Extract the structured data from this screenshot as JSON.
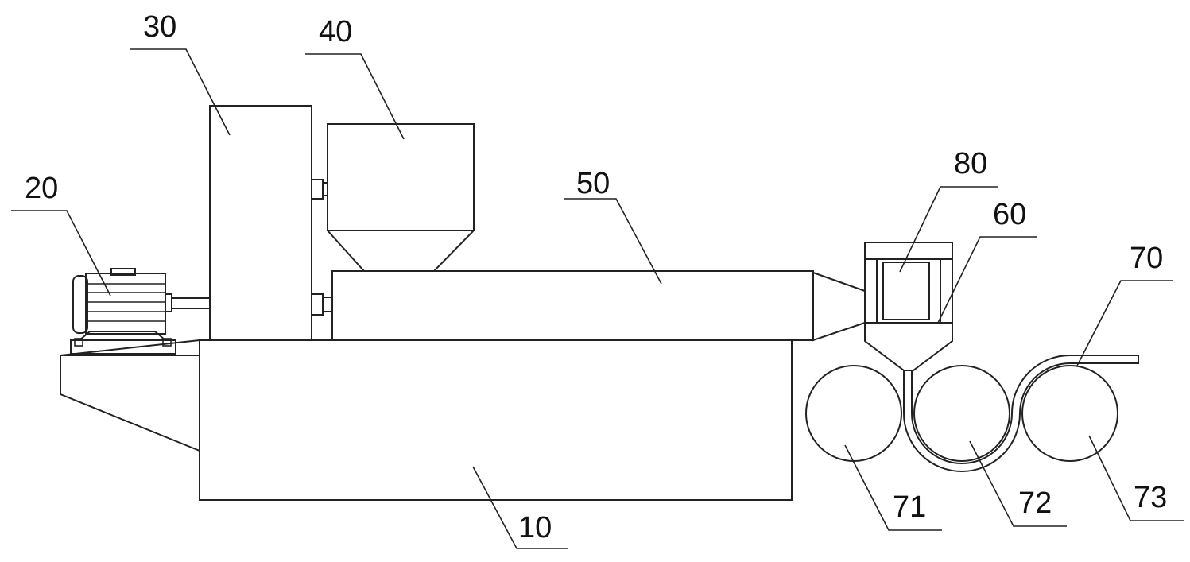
{
  "labels": {
    "frame": "10",
    "motor": "20",
    "gearbox": "30",
    "hopper": "40",
    "extruder_barrel": "50",
    "die_head": "60",
    "roller_assembly": "70",
    "first_roller": "71",
    "second_roller": "72",
    "third_roller": "73",
    "cooling_unit": "80"
  },
  "colors": {
    "stroke": "#222222",
    "background": "#ffffff"
  }
}
